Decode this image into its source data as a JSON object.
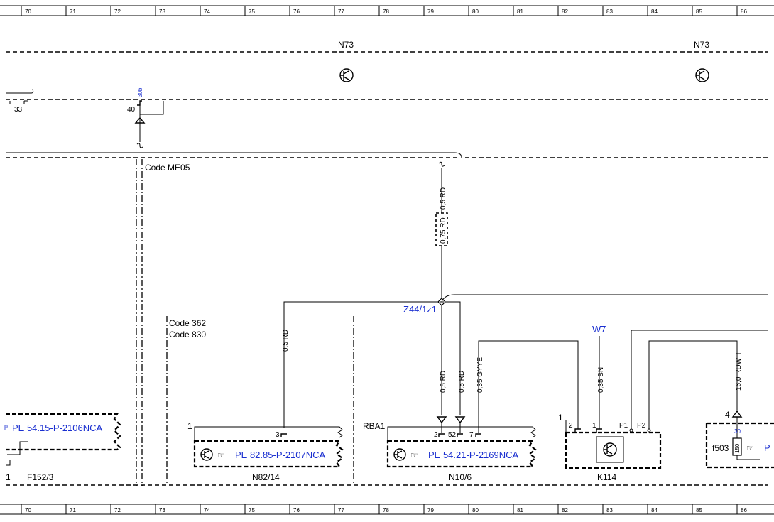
{
  "ruler": {
    "columns": [
      "70",
      "71",
      "72",
      "73",
      "74",
      "75",
      "76",
      "77",
      "78",
      "79",
      "80",
      "81",
      "82",
      "83",
      "84",
      "85",
      "86"
    ]
  },
  "components": {
    "n73_left": "N73",
    "n73_right": "N73",
    "n82_14": "N82/14",
    "n10_6": "N10/6",
    "k114": "K114",
    "f152_3": "F152/3",
    "f503": "f503",
    "z44": "Z44/1z1",
    "w7": "W7",
    "rba1": "RBA1"
  },
  "codes": {
    "me05": "Code ME05",
    "c362": "Code 362",
    "c830": "Code 830"
  },
  "references": {
    "ref_5415": "PE 54.15-P-2106NCA",
    "ref_8285": "PE 82.85-P-2107NCA",
    "ref_5421": "PE 54.21-P-2169NCA"
  },
  "wires": {
    "w_05rd_top": "0,5 RD",
    "w_075rd": "0,75 RD",
    "w_05rd_n82": "0,5 RD",
    "w_05rd_a": "0,5 RD",
    "w_05rd_b": "0,5 RD",
    "w_035gyye": "0,35 GYYE",
    "w_035bn": "0,35 BN",
    "w_160rdwh": "16,0 RDWH"
  },
  "pins": {
    "p33": "33",
    "p40": "40",
    "p30b": "30b",
    "n82_p1": "1",
    "n82_p3": "3",
    "n10_p2": "2",
    "n10_p52": "52",
    "n10_p7": "7",
    "k114_p1_outer": "1",
    "k114_p2": "2",
    "k114_p1": "1",
    "k114_pP1": "P1",
    "k114_pP2": "P2",
    "f503_p4": "4",
    "f503_p30": "30",
    "f503_fuse": "150",
    "f152_p1": "1"
  }
}
